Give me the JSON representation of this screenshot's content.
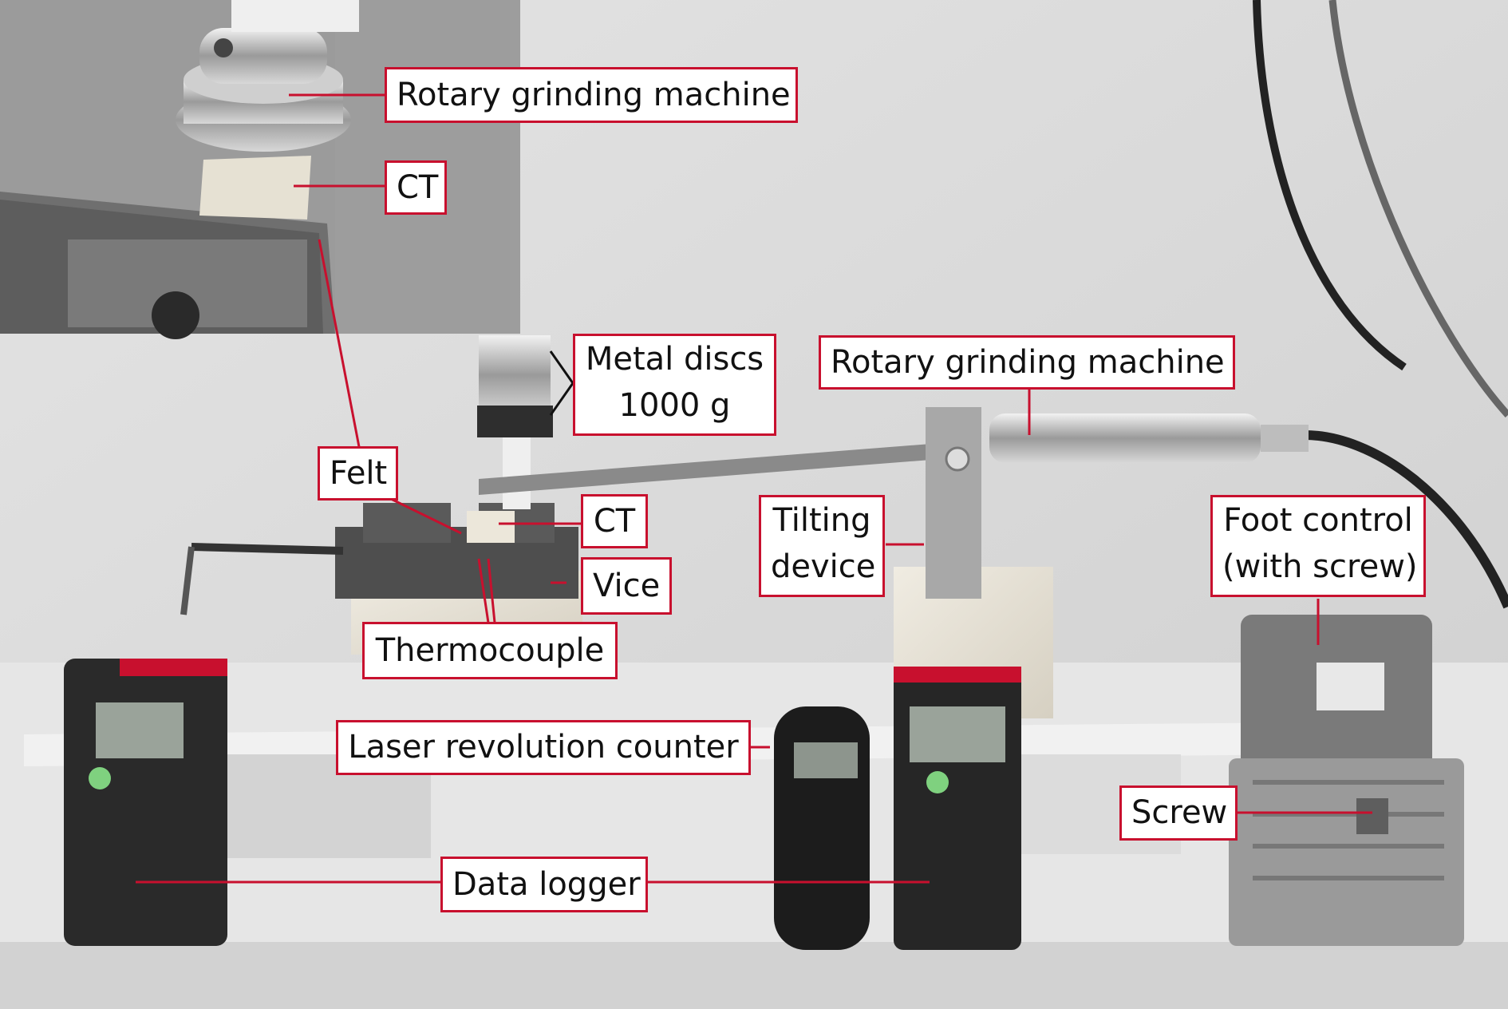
{
  "labels": {
    "rotary_grinding_machine_inset": "Rotary grinding machine",
    "ct_inset": "CT",
    "metal_discs_line1": "Metal discs",
    "metal_discs_line2": "1000 g",
    "rotary_grinding_machine_main": "Rotary grinding machine",
    "felt": "Felt",
    "ct_main": "CT",
    "tilting_device_line1": "Tilting",
    "tilting_device_line2": "device",
    "foot_control_line1": "Foot control",
    "foot_control_line2": "(with screw)",
    "vice": "Vice",
    "thermocouple": "Thermocouple",
    "laser_revolution_counter": "Laser revolution counter",
    "screw": "Screw",
    "data_logger": "Data logger"
  },
  "colors": {
    "callout": "#c8102e",
    "label_bg": "#ffffff"
  }
}
